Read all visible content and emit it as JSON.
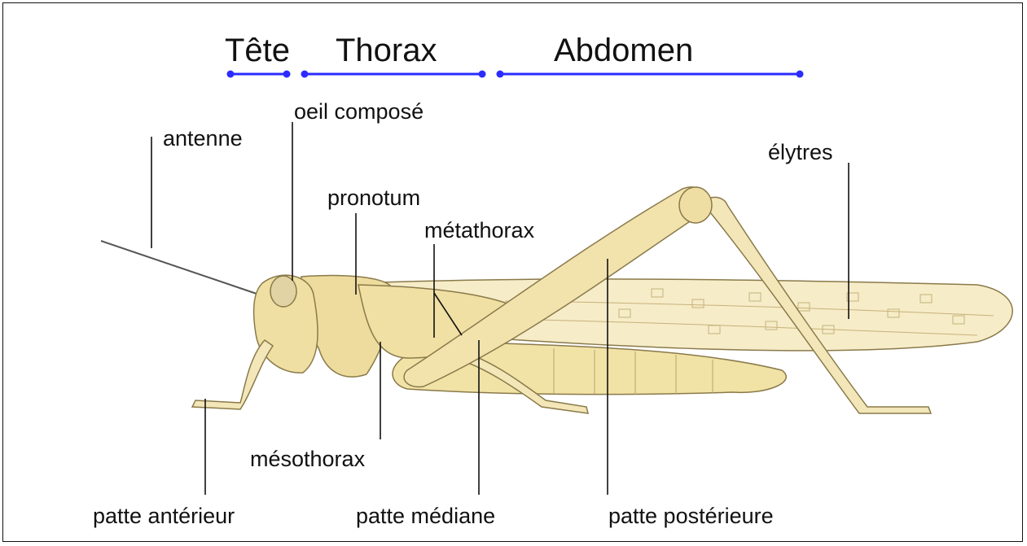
{
  "segments": {
    "head": "Tête",
    "thorax": "Thorax",
    "abdomen": "Abdomen"
  },
  "labels": {
    "antenna": "antenne",
    "compound_eye": "oeil composé",
    "pronotum": "pronotum",
    "metathorax": "métathorax",
    "mesothorax": "mésothorax",
    "elytra": "élytres",
    "front_leg": "patte antérieur",
    "middle_leg": "patte médiane",
    "hind_leg": "patte postérieure"
  },
  "colors": {
    "bracket": "#2b2bff",
    "body_fill": "#f3e6b8",
    "body_stroke": "#8a7a4a"
  }
}
